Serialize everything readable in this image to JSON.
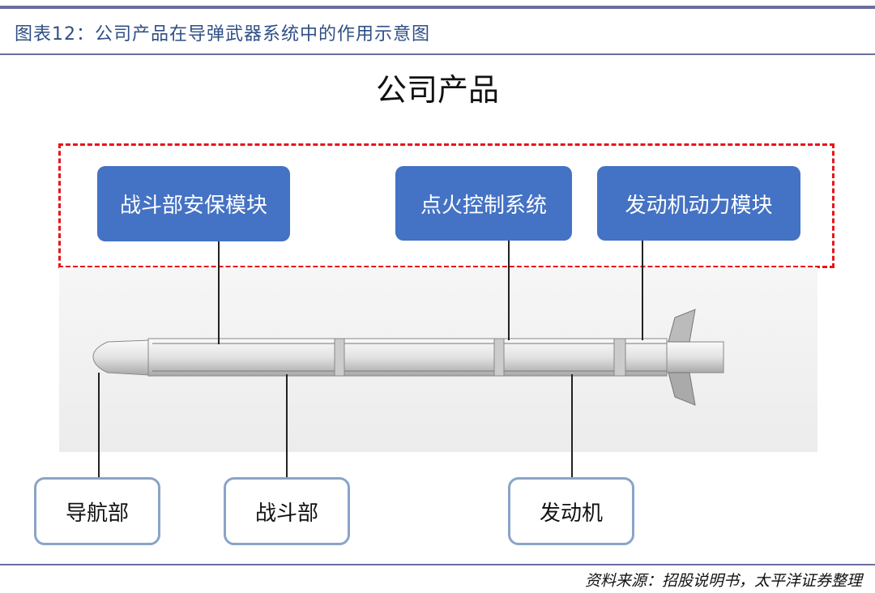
{
  "title": "图表12：公司产品在导弹武器系统中的作用示意图",
  "heading": "公司产品",
  "company_products": [
    "战斗部安保模块",
    "点火控制系统",
    "发动机动力模块"
  ],
  "missile_parts": [
    "导航部",
    "战斗部",
    "发动机"
  ],
  "source": "资料来源：招股说明书，太平洋证券整理",
  "colors": {
    "product_box": "#4472c4",
    "dashed_border": "#e8141c",
    "part_border": "#8aa4c8",
    "title": "#2f4f86"
  }
}
